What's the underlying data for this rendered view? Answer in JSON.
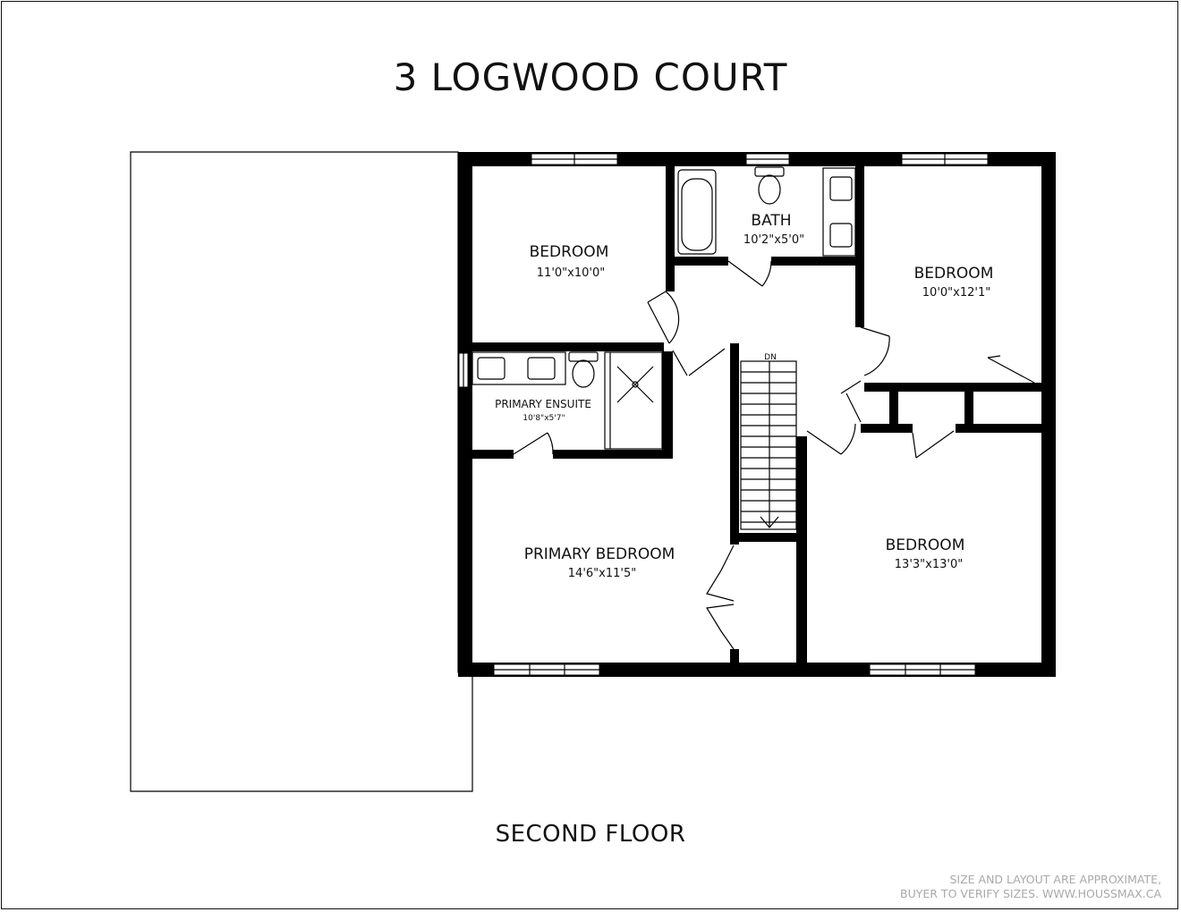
{
  "title": "3 LOGWOOD COURT",
  "floor_label": "SECOND FLOOR",
  "disclaimer": {
    "line1": "SIZE AND LAYOUT ARE APPROXIMATE,",
    "line2": "BUYER TO VERIFY SIZES. WWW.HOUSSMAX.CA"
  },
  "rooms": [
    {
      "id": "bedroom-nw",
      "name": "BEDROOM",
      "size": "11'0\"x10'0\""
    },
    {
      "id": "bath",
      "name": "BATH",
      "size": "10'2\"x5'0\""
    },
    {
      "id": "bedroom-ne",
      "name": "BEDROOM",
      "size": "10'0\"x12'1\""
    },
    {
      "id": "primary-ensuite",
      "name": "PRIMARY ENSUITE",
      "size": "10'8\"x5'7\""
    },
    {
      "id": "primary-bedroom",
      "name": "PRIMARY BEDROOM",
      "size": "14'6\"x11'5\""
    },
    {
      "id": "bedroom-se",
      "name": "BEDROOM",
      "size": "13'3\"x13'0\""
    }
  ],
  "stair_label": "DN"
}
